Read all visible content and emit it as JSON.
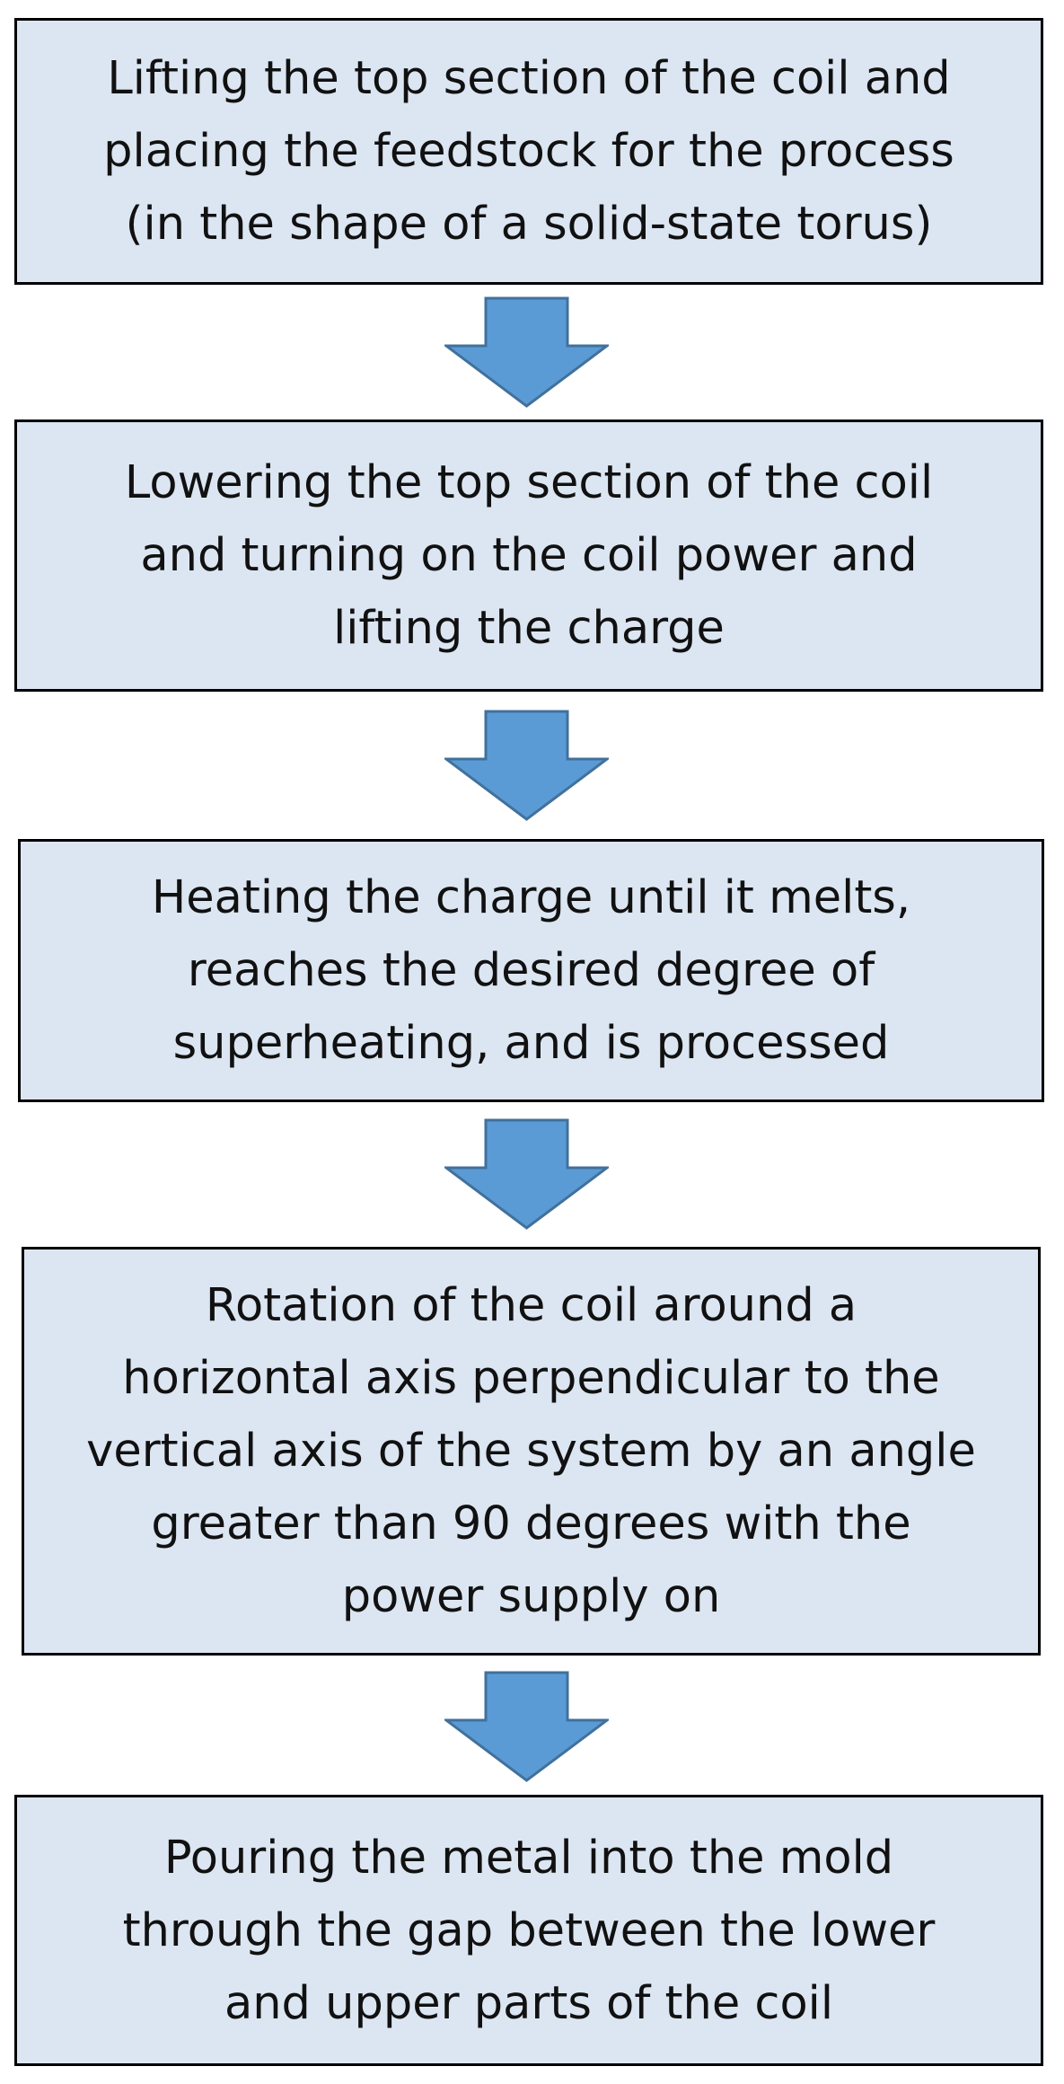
{
  "colors": {
    "box_fill": "#dce6f2",
    "box_border": "#000000",
    "arrow_fill": "#5b9bd5",
    "arrow_stroke": "#41719c"
  },
  "steps": [
    {
      "lines": [
        "Lifting the top section of the coil and",
        "placing the feedstock for the process",
        "(in the shape of a solid-state torus)"
      ]
    },
    {
      "lines": [
        "Lowering the top section of the coil",
        "and turning on the coil power and",
        "lifting the charge"
      ]
    },
    {
      "lines": [
        "Heating the charge until it melts,",
        "reaches the desired degree of",
        "superheating, and is processed"
      ]
    },
    {
      "lines": [
        "Rotation of the coil around a",
        "horizontal axis perpendicular to the",
        "vertical axis of the system by an angle",
        "greater than 90 degrees with the",
        "power supply on"
      ]
    },
    {
      "lines": [
        "Pouring the metal into the mold",
        "through the gap between the lower",
        "and upper parts of the coil"
      ]
    }
  ],
  "connectors": [
    {
      "icon": "down-arrow-icon"
    },
    {
      "icon": "down-arrow-icon"
    },
    {
      "icon": "down-arrow-icon"
    },
    {
      "icon": "down-arrow-icon"
    }
  ]
}
